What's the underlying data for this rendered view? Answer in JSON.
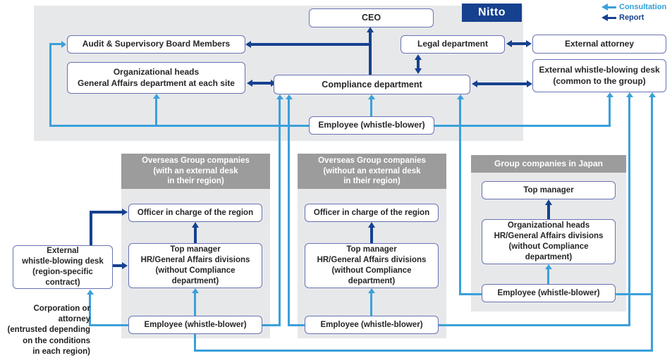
{
  "logo": "Nitto",
  "legend": {
    "consultation": "Consultation",
    "report": "Report"
  },
  "top_panel": {
    "ceo": "CEO",
    "audit_board": "Audit & Supervisory Board Members",
    "org_heads": "Organizational heads\nGeneral Affairs department at each site",
    "legal": "Legal department",
    "compliance": "Compliance department",
    "employee": "Employee (whistle-blower)",
    "external_attorney": "External attorney",
    "external_desk_common": "External whistle-blowing desk\n(common to the group)"
  },
  "region_desk": {
    "box": "External\nwhistle-blowing desk\n(region-specific contract)",
    "note": "Corporation or attorney\n(entrusted depending\non the conditions\nin each region)"
  },
  "groups": [
    {
      "title": "Overseas Group companies\n(with an external desk\nin their region)",
      "officer": "Officer in charge of the region",
      "manager": "Top manager\nHR/General Affairs divisions\n(without Compliance department)",
      "employee": "Employee (whistle-blower)"
    },
    {
      "title": "Overseas Group companies\n(without an external desk\nin their region)",
      "officer": "Officer in charge of the region",
      "manager": "Top manager\nHR/General Affairs divisions\n(without Compliance department)",
      "employee": "Employee (whistle-blower)"
    },
    {
      "title": "Group companies in Japan",
      "top_manager": "Top manager",
      "manager": "Organizational heads\nHR/General Affairs divisions\n(without Compliance department)",
      "employee": "Employee (whistle-blower)"
    }
  ],
  "colors": {
    "report_navy": "#16418f",
    "consultation_blue": "#3aa0da",
    "panel_gray": "#e7e8ea",
    "header_gray": "#9c9c9c",
    "box_border": "#6673b4"
  }
}
